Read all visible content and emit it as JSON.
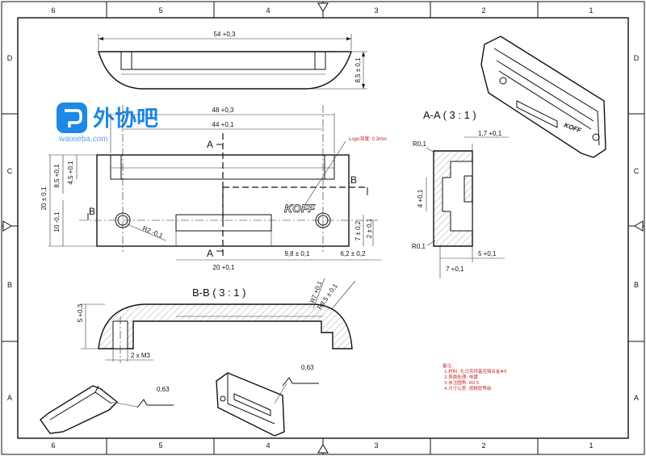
{
  "frame": {
    "columns": [
      "6",
      "5",
      "4",
      "3",
      "2",
      "1"
    ],
    "rows": [
      "D",
      "C",
      "B",
      "A"
    ]
  },
  "watermark": {
    "logo_text": "外协吧",
    "url_text": "waixieba.com"
  },
  "top_view": {
    "width_dim": "54 +0,3",
    "height_dim": "8,5 ± 0,1"
  },
  "front_view": {
    "dim_48": "48 +0,3",
    "dim_44": "44 +0,1",
    "dim_20_left": "20 ± 0,1",
    "dim_85": "8,5 +0,1",
    "dim_45": "4,5 +0,1",
    "dim_10": "10 -0,1",
    "dim_7": "7 ± 0,2",
    "dim_2": "2 ± 0,1",
    "dim_20_bottom": "20 +0,1",
    "dim_98": "9,8 ± 0,1",
    "dim_62": "6,2 ± 0,2",
    "radius": "R2 -0,1",
    "logo_note": "Logo深度: 0.3mm",
    "brand": "KOFF",
    "section_a_top": "A",
    "section_a_bottom": "A",
    "section_b_left": "B",
    "section_b_right": "B"
  },
  "section_aa": {
    "title": "A-A ( 3 : 1 )",
    "r_top": "R0,1",
    "r_bottom": "R0,1",
    "dim_17": "1,7 +0,1",
    "dim_4": "4 +0,1",
    "dim_7": "7 +0,1",
    "dim_5": "5 +0,1"
  },
  "section_bb": {
    "title": "B-B ( 3 : 1 )",
    "r7": "R7 +0,1",
    "r85": "R8,5 ± 0,1",
    "dim_5": "5 +0,3",
    "thread": "2 x M3"
  },
  "roughness": {
    "left": "0,63",
    "right": "0,63"
  },
  "notes": {
    "heading": "备注:",
    "lines": [
      "1.材料: 扎马克锌基压铸合金#5",
      "2.表面处理: 电镀",
      "3.未注圆角: R0.5",
      "4.尺寸公差: 按精密等级"
    ]
  }
}
